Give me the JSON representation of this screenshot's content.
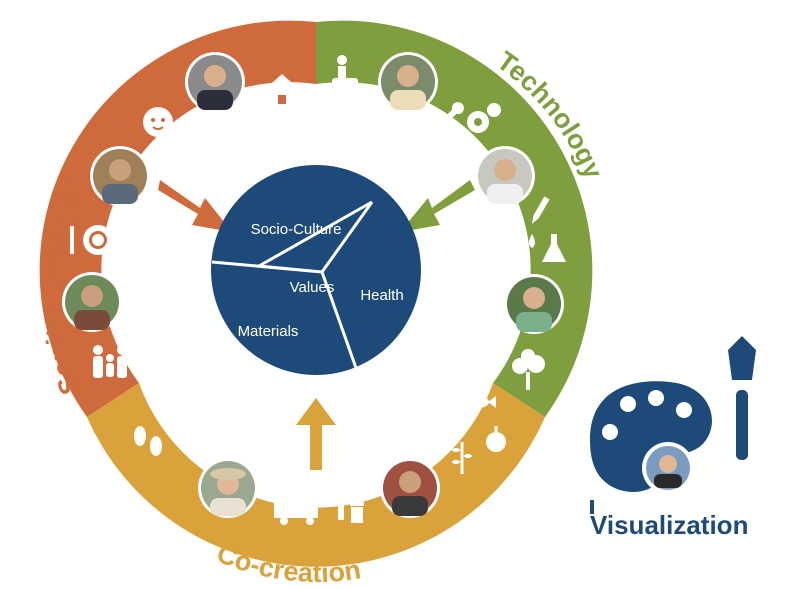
{
  "ring": {
    "segments": [
      {
        "label": "Sanitation & Life",
        "color": "#cf6a3d"
      },
      {
        "label": "Technology",
        "color": "#7f9f3f"
      },
      {
        "label": "Co-creation",
        "color": "#d9a23a"
      }
    ]
  },
  "pie": {
    "color": "#1e4a79",
    "slices": [
      "Socio-Culture",
      "Health",
      "Materials"
    ],
    "center_label": "Values"
  },
  "visualization": {
    "label": "Visualization",
    "color": "#1e4a79"
  },
  "icons": [
    "house-icon",
    "baby-icon",
    "hands-icon",
    "plate-cutlery-icon",
    "family-icon",
    "toilet-icon",
    "wrench-icon",
    "gears-icon",
    "dropper-icon",
    "drops-icon",
    "flask-icon",
    "tree-icon",
    "fish-icon",
    "grain-icon",
    "vegetable-icon",
    "truck-icon",
    "trash-bin-icon",
    "footprints-icon",
    "handshake-icon",
    "palette-icon",
    "paintbrush-icon"
  ]
}
